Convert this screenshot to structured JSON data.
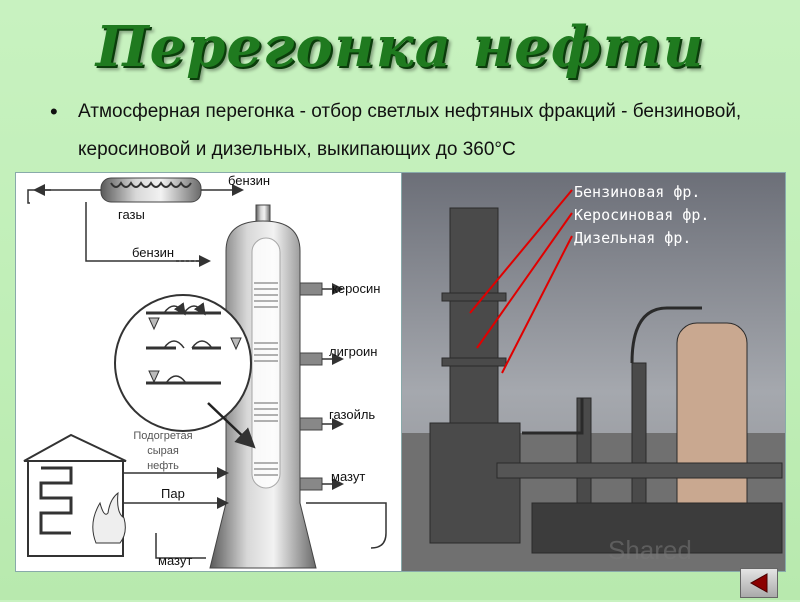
{
  "title": "Перегонка нефти",
  "bullet": {
    "marker": "•",
    "text": "Атмосферная перегонка - отбор светлых нефтяных фракций - бензиновой, керосиновой и дизельных, выкипающих до 360°С"
  },
  "diagram": {
    "labels": {
      "gases": "газы",
      "benzin_top": "бензин",
      "benzin_reflux": "бензин",
      "kerosene": "керосин",
      "ligroin": "лигроин",
      "gasoil": "газойль",
      "mazut_side": "мазут",
      "feed_line1": "Подогретая",
      "feed_line2": "сырая",
      "feed_line3": "нефть",
      "steam": "Пар",
      "mazut_bottom": "мазут"
    }
  },
  "photo": {
    "labels": [
      "Бензиновая фр.",
      "Керосиновая фр.",
      "Дизельная фр."
    ],
    "label_color": "#ffffff",
    "pointer_color": "#e00000"
  },
  "watermark": "Shared",
  "nav": {
    "back_icon": "triangle-left-icon"
  },
  "colors": {
    "background": "#bfeeb6",
    "title": "#1f7a1f"
  }
}
